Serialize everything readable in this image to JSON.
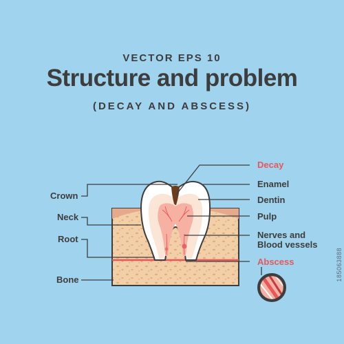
{
  "header": {
    "supertitle": "VECTOR EPS 10",
    "title": "Structure and problem",
    "subtitle": "(DECAY AND ABSCESS)"
  },
  "labels": {
    "left": {
      "crown": "Crown",
      "neck": "Neck",
      "root": "Root",
      "bone": "Bone"
    },
    "right": {
      "decay": "Decay",
      "enamel": "Enamel",
      "dentin": "Dentin",
      "pulp": "Pulp",
      "nerves": "Nerves and Blood vessels",
      "abscess": "Abscess"
    }
  },
  "watermark": "185063888",
  "colors": {
    "background": "#9fd3ee",
    "text": "#3d3d3d",
    "highlight": "#e8585a",
    "bone": "#f2cfa6",
    "gum": "#e7a98c",
    "dentin": "#fbe5d6",
    "pulp": "#f6b1a3",
    "decay": "#6b3d1f"
  }
}
